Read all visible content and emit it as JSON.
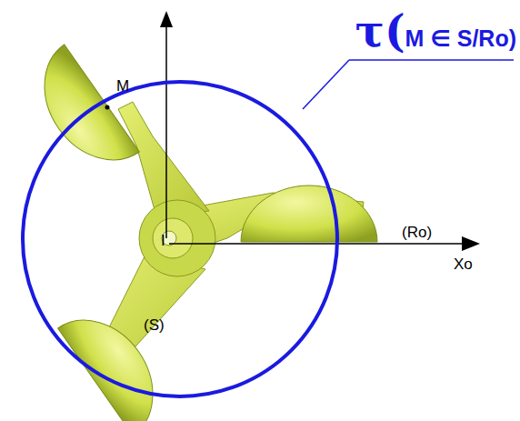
{
  "diagram": {
    "labels": [
      "τ(M ∈ S/Ro)",
      "M",
      "I",
      "(Ro)",
      "Xo",
      "(S)"
    ]
  }
}
